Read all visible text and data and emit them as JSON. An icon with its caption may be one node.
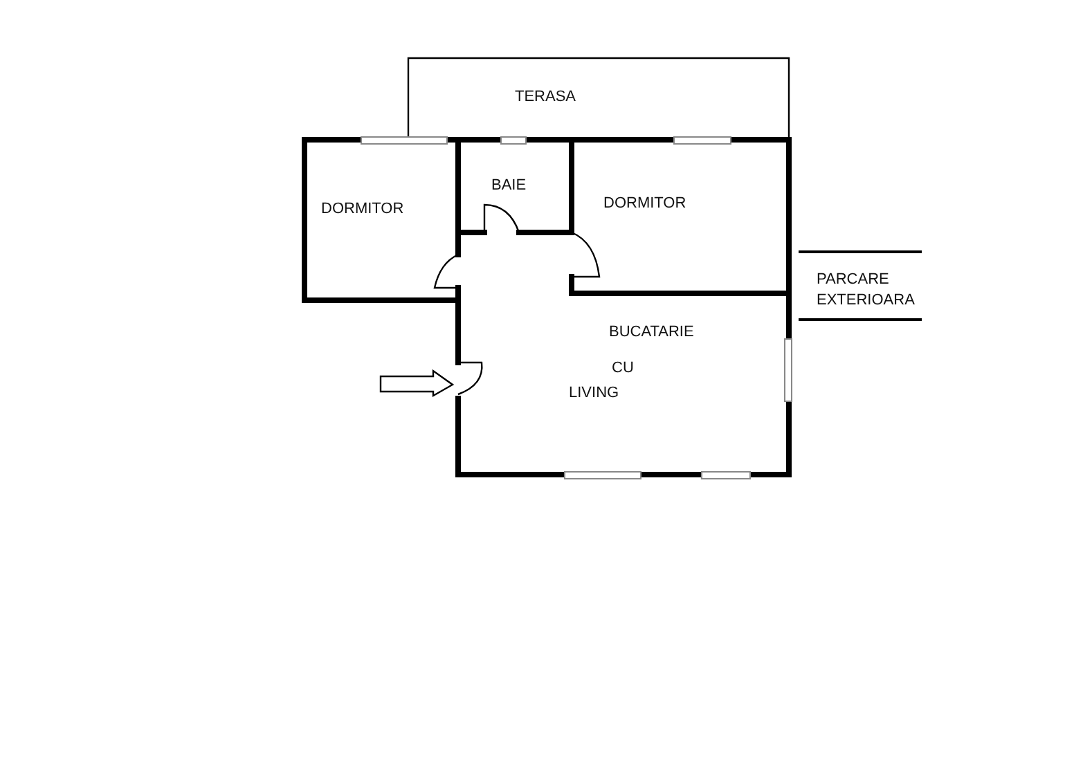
{
  "diagram": {
    "nodes": [
      {
        "text": [
          "TERASA"
        ]
      },
      {
        "text": [
          "DORMITOR"
        ]
      },
      {
        "text": [
          "BAIE"
        ]
      },
      {
        "text": [
          "DORMITOR"
        ]
      },
      {
        "text": [
          "BUCATARIE",
          "CU",
          "LIVING"
        ]
      },
      {
        "text": [
          "PARCARE EXTERIOARA"
        ]
      }
    ],
    "edges": []
  }
}
